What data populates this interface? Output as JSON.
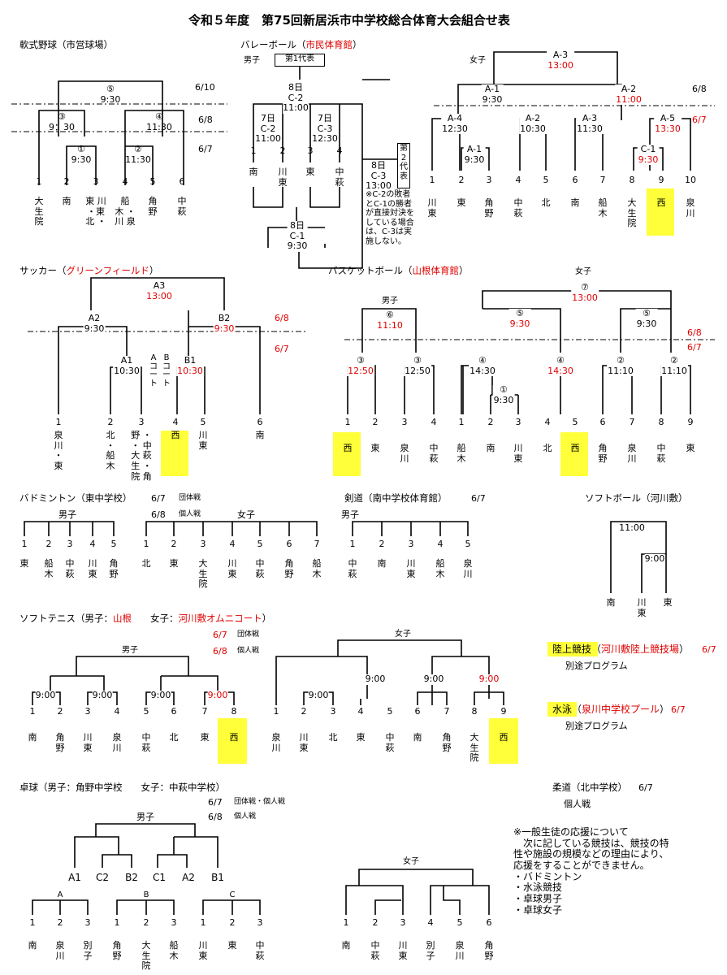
{
  "title": "令和５年度　第75回新居浜市中学校総合体育大会組合せ表",
  "baseball": {
    "header": "軟式野球（市営球場）",
    "dates": [
      "6/10",
      "6/8",
      "6/7"
    ],
    "nodes": [
      {
        "n": "⑤",
        "t": "9:30"
      },
      {
        "n": "③",
        "t": "9：30"
      },
      {
        "n": "④",
        "t": "11:30"
      },
      {
        "n": "①",
        "t": "9:30"
      },
      {
        "n": "②",
        "t": "11:30"
      }
    ],
    "nums": [
      "1",
      "2",
      "3",
      "4",
      "5",
      "6"
    ],
    "teams": [
      "大\n生\n院",
      "南",
      "東 川\n・東\n北 ・",
      "船\n木 ・\n川 泉",
      "角\n野",
      "中\n萩"
    ]
  },
  "volley": {
    "header_a": "バレーボール（",
    "header_b": "市民体育館",
    "header_c": "）",
    "boys": "男子",
    "girls": "女子",
    "rep1": "第1代表",
    "rep2": "第\n2\n代\n表",
    "b_nodes": [
      "8日\nC-2\n11:00",
      "7日\nC-2\n11:00",
      "7日\nC-3\n12:30",
      "8日\nC-3\n13:00",
      "8日\nC-1\n9:30"
    ],
    "b_nums": [
      "1",
      "2",
      "3",
      "4"
    ],
    "b_teams": [
      "南",
      "川\n東",
      "東",
      "中\n萩"
    ],
    "note": "※C-2の敗者\nとC-1の勝者\nが直接対決を\nしている場合\nは、C-3は実\n施しない。",
    "g_nodes": [
      {
        "a": "A-3",
        "b": "13:00"
      },
      {
        "a": "A-1",
        "b": "9:30"
      },
      {
        "a": "A-2",
        "b": "11:00"
      },
      {
        "a": "A-4",
        "b": "12:30"
      },
      {
        "a": "A-2",
        "b": "10:30"
      },
      {
        "a": "A-3",
        "b": "11:30"
      },
      {
        "a": "A-5",
        "b": "13:30"
      },
      {
        "a": "A-1",
        "b": "9:30"
      },
      {
        "a": "C-1",
        "b": "9:30"
      }
    ],
    "g_dates": [
      "6/8",
      "6/7"
    ],
    "g_nums": [
      "1",
      "2",
      "3",
      "4",
      "5",
      "6",
      "7",
      "8",
      "9",
      "10"
    ],
    "g_teams": [
      "川\n東",
      "東",
      "角\n野",
      "中\n萩",
      "北",
      "南",
      "船\n木",
      "大\n生\n院",
      "西",
      "泉\n川"
    ]
  },
  "soccer": {
    "header_a": "サッカー（",
    "header_b": "グリーンフィールド",
    "header_c": "）",
    "dates": [
      "6/8",
      "6/7"
    ],
    "nodes": [
      {
        "a": "A3",
        "b": "13:00"
      },
      {
        "a": "A2",
        "b": "9:30"
      },
      {
        "a": "B2",
        "b": "9:30"
      },
      {
        "a": "A1",
        "b": "10:30"
      },
      {
        "a": "B1",
        "b": "10:30"
      }
    ],
    "court_a": "A\nコ\nー\nト",
    "court_b": "B\nコ\nー\nト",
    "nums": [
      "1",
      "2",
      "3",
      "4",
      "5",
      "6"
    ],
    "teams": [
      "泉\n川\n・\n東",
      "北\n・\n船\n木",
      "野 ・\n・ 中\n大 萩\n生 ・\n院 角",
      "西",
      "川\n東",
      "南"
    ]
  },
  "basket": {
    "header_a": "バスケットボール（",
    "header_b": "山根体育館",
    "header_c": "）",
    "boys": "男子",
    "girls": "女子",
    "dates": [
      "6/8",
      "6/7"
    ],
    "nodes": [
      {
        "n": "⑥",
        "t": "11:10"
      },
      {
        "n": "③",
        "t": "12:50"
      },
      {
        "n": "③",
        "t": "12:50"
      },
      {
        "n": "⑦",
        "t": "13:00"
      },
      {
        "n": "⑤",
        "t": "9:30"
      },
      {
        "n": "⑤",
        "t": "9:30"
      },
      {
        "n": "④",
        "t": "14:30"
      },
      {
        "n": "④",
        "t": "14:30"
      },
      {
        "n": "①",
        "t": "9:30"
      },
      {
        "n": "②",
        "t": "11:10"
      },
      {
        "n": "②",
        "t": "11:10"
      }
    ],
    "nums": [
      "1",
      "2",
      "3",
      "4",
      "1",
      "2",
      "3",
      "4",
      "5",
      "6",
      "7",
      "8",
      "9"
    ],
    "teams": [
      "西",
      "東",
      "泉\n川",
      "中\n萩",
      "船\n木",
      "南",
      "川\n東",
      "北",
      "西",
      "角\n野",
      "泉\n川",
      "中\n萩",
      "東"
    ]
  },
  "badminton": {
    "header": "バドミントン（東中学校）",
    "d1": "6/7",
    "l1": "団体戦",
    "d2": "6/8",
    "l2": "個人戦",
    "boys": "男子",
    "girls": "女子",
    "b_nums": [
      "1",
      "2",
      "3",
      "4",
      "5"
    ],
    "b_teams": [
      "東",
      "船\n木",
      "中\n萩",
      "川\n東",
      "角\n野"
    ],
    "g_nums": [
      "1",
      "2",
      "3",
      "4",
      "5",
      "6",
      "7"
    ],
    "g_teams": [
      "北",
      "東",
      "大\n生\n院",
      "川\n東",
      "中\n萩",
      "角\n野",
      "船\n木"
    ]
  },
  "kendo": {
    "header": "剣道（南中学校体育館）",
    "date": "6/7",
    "boys": "男子",
    "nums": [
      "1",
      "2",
      "3",
      "4",
      "5"
    ],
    "teams": [
      "中\n萩",
      "南",
      "川\n東",
      "船\n木",
      "泉\n川"
    ]
  },
  "softball": {
    "header": "ソフトボール（河川敷）",
    "t1": "11:00",
    "t2": "9:00",
    "teams": [
      "南",
      "川\n東",
      "東"
    ]
  },
  "tennis": {
    "header_a": "ソフトテニス（男子：",
    "header_b": "山根",
    "header_c": "　　女子：",
    "header_d": "河川敷オムニコート",
    "header_e": "）",
    "d1": "6/7",
    "l1": "団体戦",
    "d2": "6/8",
    "l2": "個人戦",
    "boys": "男子",
    "girls": "女子",
    "b_times": [
      "9:00",
      "9:00",
      "9:00",
      "9:00"
    ],
    "g_times": [
      "9:00",
      "9:00",
      "9:00",
      "9:00"
    ],
    "b_nums": [
      "1",
      "2",
      "3",
      "4",
      "5",
      "6",
      "7",
      "8"
    ],
    "b_teams": [
      "南",
      "角\n野",
      "川\n東",
      "泉\n川",
      "中\n萩",
      "北",
      "東",
      "西"
    ],
    "g_nums": [
      "1",
      "2",
      "3",
      "4",
      "5",
      "6",
      "7",
      "8",
      "9"
    ],
    "g_teams": [
      "泉\n川",
      "川\n東",
      "北",
      "東",
      "中\n萩",
      "南",
      "角\n野",
      "大\n生\n院",
      "西"
    ]
  },
  "track": {
    "name": "陸上競技",
    "venue_a": "（",
    "venue_b": "河川敷陸上競技場",
    "venue_c": "）",
    "date": "6/7",
    "note": "別途プログラム"
  },
  "swim": {
    "name": "水泳",
    "venue_a": "（",
    "venue_b": "泉川中学校プール",
    "venue_c": "）",
    "date": "6/7",
    "note": "別途プログラム"
  },
  "tabletennis": {
    "header": "卓球（男子：角野中学校　　女子：中萩中学校）",
    "d1": "6/7",
    "l1": "団体戦・個人戦",
    "d2": "6/8",
    "l2": "個人戦",
    "boys": "男子",
    "girls": "女子",
    "b_top": [
      "A1",
      "C2",
      "B2",
      "C1",
      "A2",
      "B1"
    ],
    "groups": [
      "A",
      "B",
      "C"
    ],
    "b_nums": [
      "1",
      "2",
      "3",
      "1",
      "2",
      "3",
      "1",
      "2",
      "3"
    ],
    "b_teams": [
      "南",
      "泉\n川",
      "別\n子",
      "角\n野",
      "大\n生\n院",
      "船\n木",
      "川\n東",
      "東",
      "中\n萩"
    ],
    "g_nums": [
      "1",
      "2",
      "3",
      "4",
      "5",
      "6"
    ],
    "g_teams": [
      "南",
      "中\n萩",
      "川\n東",
      "別\n子",
      "泉\n川",
      "角\n野"
    ]
  },
  "judo": {
    "header": "柔道（北中学校）",
    "date": "6/7",
    "label": "個人戦"
  },
  "notice": {
    "lines": [
      "※一般生徒の応援について",
      "　次に記している競技は、競技の特",
      "性や施設の規模などの理由により、",
      "応援をすることができません。",
      "・バドミントン",
      "・水泳競技",
      "・卓球男子",
      "・卓球女子"
    ]
  }
}
